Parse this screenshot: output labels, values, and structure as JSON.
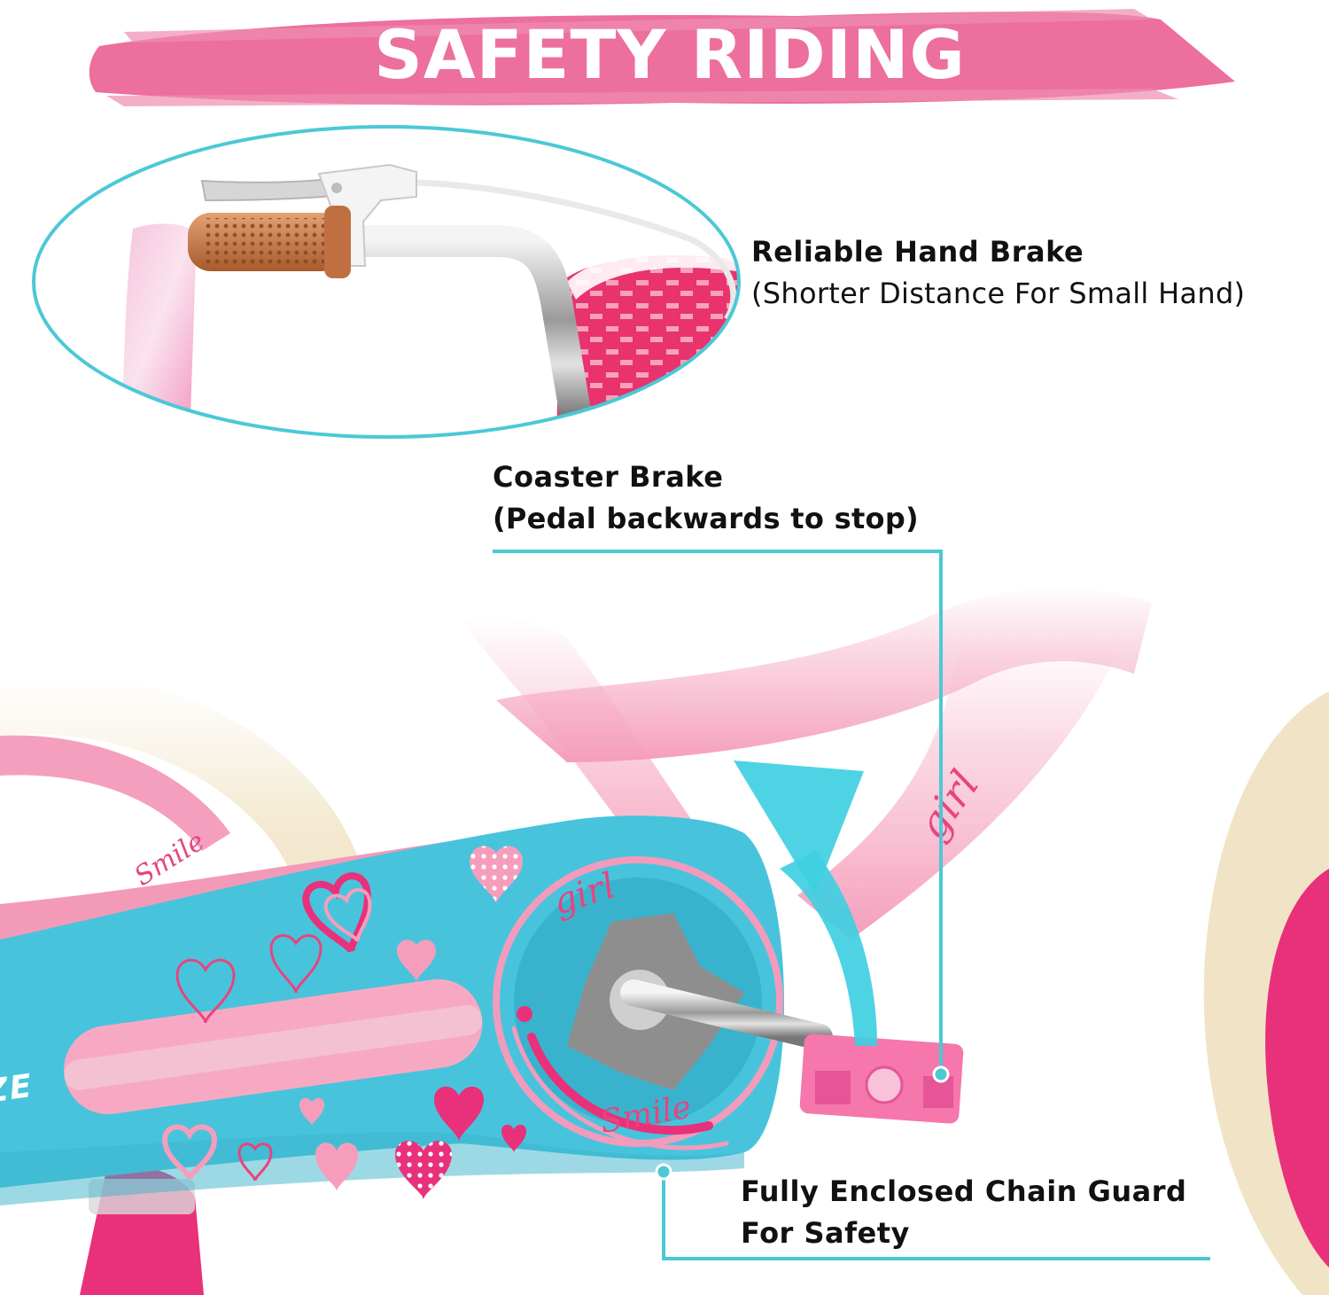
{
  "banner": {
    "title": "SAFETY RIDING"
  },
  "features": {
    "hand_brake": {
      "title": "Reliable Hand Brake",
      "subtitle": "(Shorter Distance For Small Hand)"
    },
    "coaster_brake": {
      "title": "Coaster Brake",
      "subtitle": "(Pedal backwards to stop)"
    },
    "chain_guard": {
      "title": "Fully Enclosed Chain Guard",
      "subtitle": "For Safety"
    }
  },
  "bike_text": {
    "brand": "WEIZE",
    "script_girl": "girl",
    "script_smile": "Smile"
  },
  "colors": {
    "banner_pink": "#ec6f9e",
    "callout_teal": "#4cc8d6",
    "guard_blue": "#47c4dc",
    "frame_pink": "#f5a3bf",
    "rim_magenta": "#e8317a",
    "tire_cream": "#f1e4c6"
  },
  "icons": [
    "brake-lever-icon",
    "grip-icon",
    "pedal-icon",
    "rotation-arrow-icon",
    "heart-icon"
  ]
}
